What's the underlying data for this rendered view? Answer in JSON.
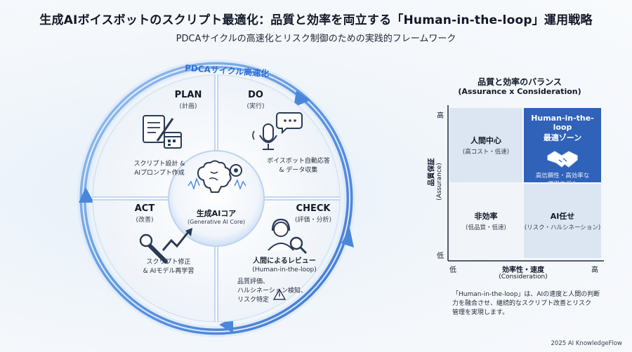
{
  "title": "生成AIボイスボットのスクリプト最適化：品質と効率を両立する「Human-in-the-loop」運用戦略",
  "subtitle": "PDCAサイクルの高速化とリスク制御のための実践的フレームワーク",
  "cycle": {
    "label": "PDCAサイクル高速化",
    "plan": {
      "title": "PLAN",
      "sub": "(計画)",
      "desc1": "スクリプト設計 &",
      "desc2": "AIプロンプト作成"
    },
    "do": {
      "title": "DO",
      "sub": "(実行)",
      "desc1": "ボイスボット自動応答",
      "desc2": "& データ収集"
    },
    "check": {
      "title": "CHECK",
      "sub": "(評価・分析)",
      "review": "人間によるレビュー",
      "review_en": "(Human-in-the-loop)",
      "desc1": "品質評価、",
      "desc2": "ハルシネーション検知、",
      "desc3": "リスク特定"
    },
    "act": {
      "title": "ACT",
      "sub": "(改善)",
      "desc1": "スクリプト修正",
      "desc2": "& AIモデル再学習"
    },
    "core": {
      "title": "生成AIコア",
      "sub": "(Generative AI Core)"
    }
  },
  "matrix": {
    "title": "品質と効率のバランス",
    "subtitle": "(Assurance x Consideration)",
    "y_axis": {
      "label": "品質保証",
      "label_en": "(Assurance)",
      "high": "高",
      "low": "低"
    },
    "x_axis": {
      "label": "効率性・速度",
      "label_en": "(Consideration)",
      "low": "低",
      "high": "高"
    },
    "cells": {
      "top_left": {
        "title": "人間中心",
        "sub": "(高コスト・低速)"
      },
      "top_right": {
        "title1": "Human-in-the-loop",
        "title2": "最適ゾーン",
        "sub1": "高信頼性・高効率な",
        "sub2": "運用モデル"
      },
      "bottom_left": {
        "title": "非効率",
        "sub": "(低品質・低速)"
      },
      "bottom_right": {
        "title": "AI任せ",
        "sub": "(リスク・ハルシネーション)"
      }
    },
    "colors": {
      "highlight": "#2f62b8",
      "light": "#dbe6f3"
    }
  },
  "note": {
    "line1": "「Human-in-the-loop」は、AIの速度と人間の判断",
    "line2": "力を融合させ、継続的なスクリプト改善とリスク",
    "line3": "管理を実現します。"
  },
  "footer": "2025 AI KnowledgeFlow",
  "icons": [
    "document-pencil-icon",
    "calendar-icon",
    "microphone-icon",
    "chat-bubble-icon",
    "brain-gear-icon",
    "wrench-icon",
    "trend-arrow-icon",
    "headset-person-icon",
    "magnifier-icon",
    "warning-icon",
    "handshake-icon"
  ]
}
